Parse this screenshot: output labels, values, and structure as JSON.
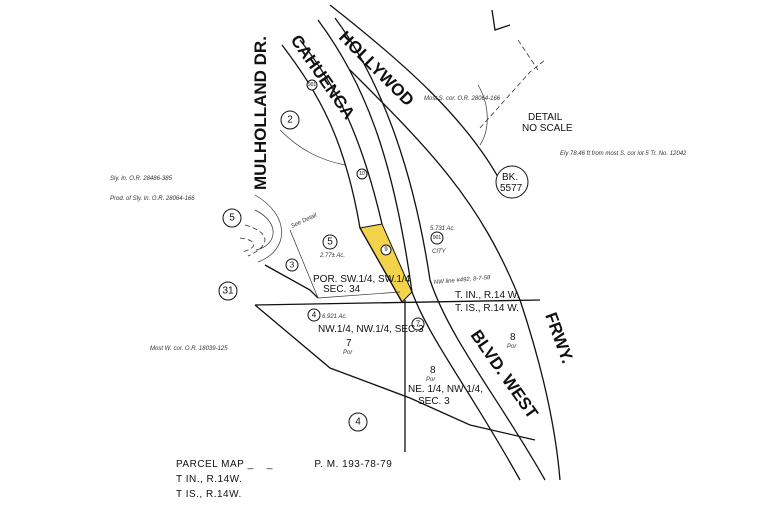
{
  "map": {
    "type": "Parcel Map",
    "streets": {
      "cahuenga": "CAHUENGA",
      "hollywood": "HOLLYWOD",
      "freeway": "FRWY.",
      "blvd_west": "BLVD. WEST",
      "mulholland": "MULHOLLAND DR."
    },
    "book": {
      "label": "BK.",
      "number": "5577"
    },
    "detail": [
      "DETAIL",
      "NO SCALE"
    ],
    "parcels": [
      "2",
      "5",
      "5",
      "31",
      "3",
      "4",
      "7",
      "4",
      "10",
      "901",
      "9",
      "901"
    ],
    "section_labels": {
      "por_sw": "POR. SW.1/4, SW.1/4",
      "sec34": "SEC. 34",
      "nw": "NW.1/4, NW.1/4, SEC.3",
      "ne": "NE. 1/4, NW 1/4,",
      "sec3": "SEC. 3",
      "tin": "T. IN., R.14 W.",
      "tis": "T. IS., R.14 W."
    },
    "areas": {
      "p5": "2.77± Ac.",
      "city": "5.731 Ac.",
      "city_label": "CITY",
      "p4": "6.921 Ac."
    },
    "lot_numbers": {
      "l7": "7",
      "l7por": "Por",
      "l8a": "8",
      "l8apor": "Por",
      "l8b": "8",
      "l8bpor": "Por"
    },
    "notes": {
      "most_s_cor": "Most S. cor. O.R. 28064-166",
      "ely_line": "Ely 78.46 ft from most S. cor lot 5 Tr. No. 12042",
      "nw_line": "NW line #492, 8-7-58",
      "most_w_cor": "Most W. cor. O.R. 18039-125",
      "see_detail": "See Detail",
      "prod_sly": "Prod. of Sly. ln. O.R. 28064-166",
      "sly_ln": "Sly. ln. O.R. 28486-385"
    },
    "highlight_color": "#f2d34a"
  },
  "footer": {
    "line1_left": "PARCEL MAP",
    "line1_right": "P. M. 193-78-79",
    "line2": "T IN., R.14W.",
    "line3": "T IS., R.14W."
  }
}
